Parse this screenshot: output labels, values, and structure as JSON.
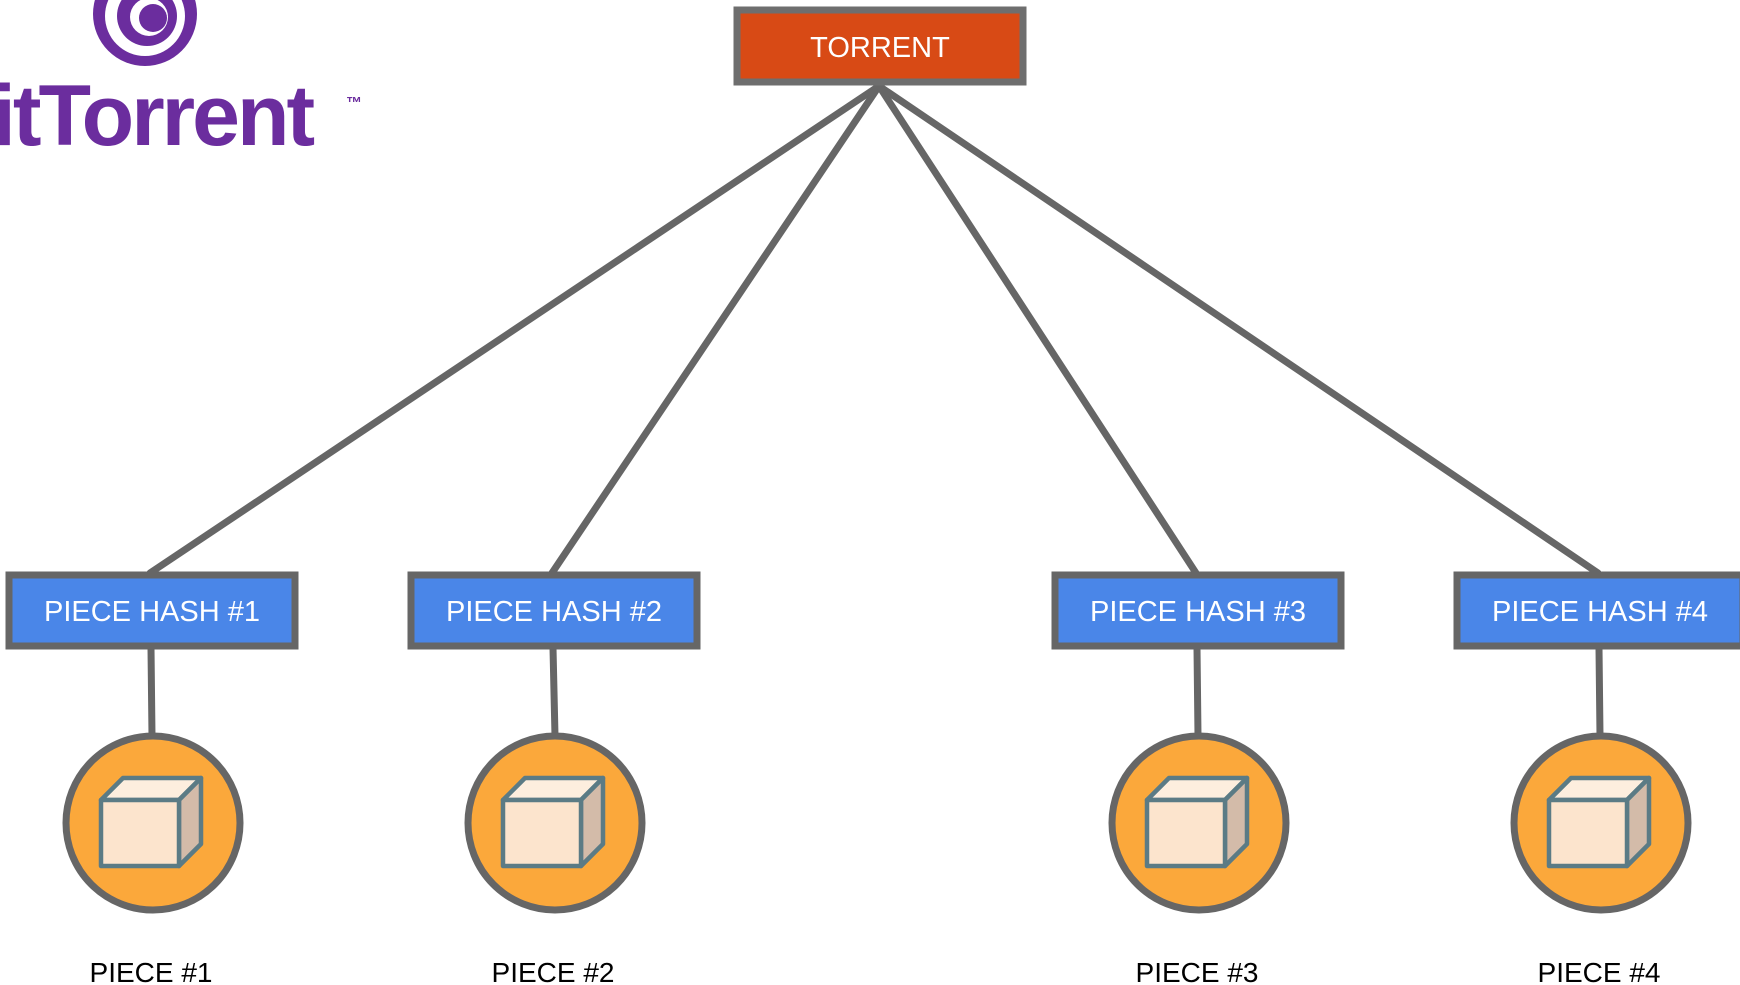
{
  "logo": {
    "text": "itTorrent",
    "trademark": "™",
    "color": "#6b2d9e"
  },
  "root": {
    "label": "TORRENT",
    "fill": "#d84a15",
    "border": "#6e6e6e"
  },
  "hash_nodes": [
    {
      "label": "PIECE HASH #1"
    },
    {
      "label": "PIECE HASH #2"
    },
    {
      "label": "PIECE HASH #3"
    },
    {
      "label": "PIECE HASH #4"
    }
  ],
  "pieces": [
    {
      "label": "PIECE #1",
      "icon": "box-icon"
    },
    {
      "label": "PIECE #2",
      "icon": "box-icon"
    },
    {
      "label": "PIECE #3",
      "icon": "box-icon"
    },
    {
      "label": "PIECE #4",
      "icon": "box-icon"
    }
  ],
  "colors": {
    "hash_fill": "#4a86e8",
    "border": "#666666",
    "piece_circle": "#fba83b",
    "box_front": "#fce4cd",
    "box_top": "#fdeede",
    "box_side": "#d3bba9",
    "box_stroke": "#5b7b85"
  }
}
